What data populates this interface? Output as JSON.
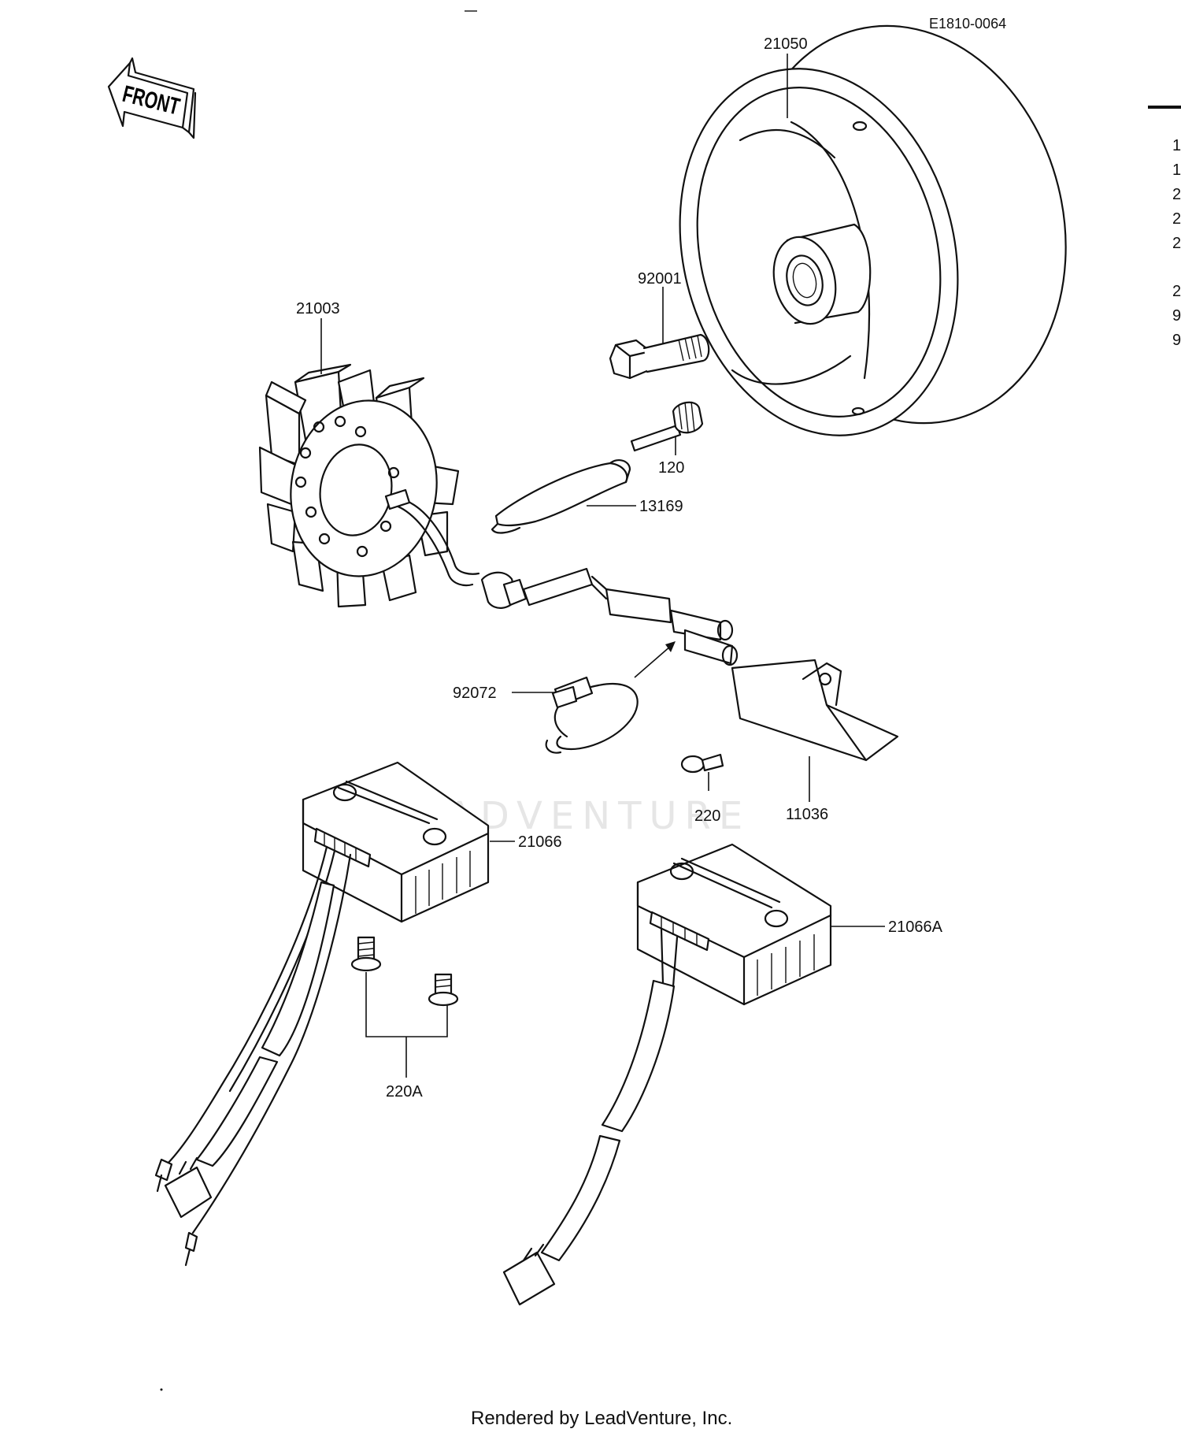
{
  "doc_code": "E1810-0064",
  "front_label": "FRONT",
  "watermark": "LEADVENTURE",
  "footer": "Rendered by LeadVenture, Inc.",
  "parts": {
    "p21050": "21050",
    "p92001": "92001",
    "p120": "120",
    "p21003": "21003",
    "p13169": "13169",
    "p92072": "92072",
    "p220": "220",
    "p11036": "11036",
    "p21066": "21066",
    "p21066A": "21066A",
    "p220A": "220A"
  },
  "edge_marks": [
    "1",
    "1",
    "2",
    "2",
    "2",
    "2",
    "9",
    "9"
  ]
}
